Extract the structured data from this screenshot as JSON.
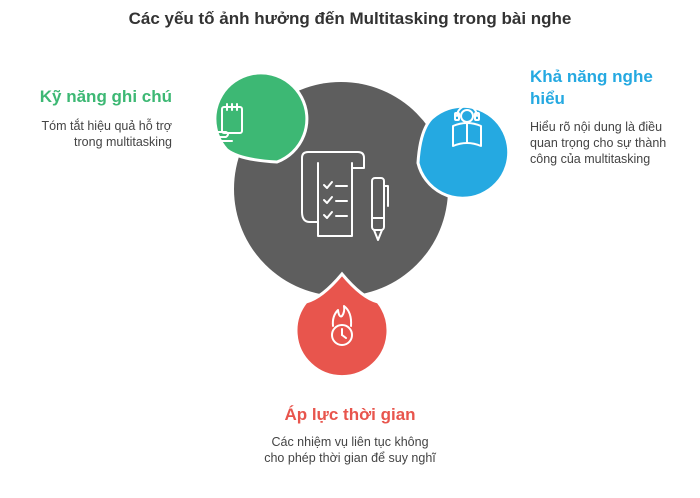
{
  "title": "Các yếu tố ảnh hưởng đến Multitasking trong bài nghe",
  "colors": {
    "center": "#5e5e5e",
    "note_taking": "#3db874",
    "listening": "#25a9e1",
    "time_pressure": "#e8554d"
  },
  "center": {
    "icon": "document-checklist-pen-icon"
  },
  "factors": [
    {
      "title": "Kỹ năng ghi chú",
      "description": "Tóm tắt hiệu quả hỗ trợ trong multitasking",
      "icon": "notepad-hand-icon"
    },
    {
      "title": "Khả năng nghe hiểu",
      "description": "Hiểu rõ nội dung là điều quan trọng cho sự thành công của multitasking",
      "icon": "headset-book-icon"
    },
    {
      "title": "Áp lực thời gian",
      "description": "Các nhiệm vụ liên tục không cho phép thời gian để suy nghĩ",
      "icon": "burning-clock-icon"
    }
  ]
}
